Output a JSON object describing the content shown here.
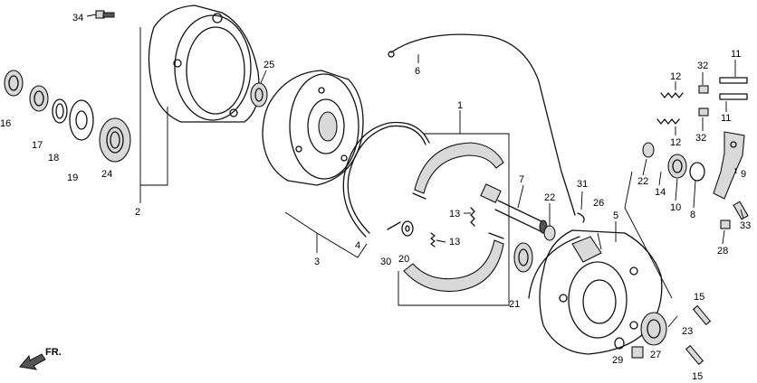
{
  "labels": {
    "p1": "1",
    "p2": "2",
    "p3": "3",
    "p4": "4",
    "p5": "5",
    "p6": "6",
    "p7": "7",
    "p8": "8",
    "p9": "9",
    "p10": "10",
    "p11a": "11",
    "p11b": "11",
    "p12a": "12",
    "p12b": "12",
    "p13a": "13",
    "p13b": "13",
    "p14": "14",
    "p15a": "15",
    "p15b": "15",
    "p16": "16",
    "p17": "17",
    "p18": "18",
    "p19": "19",
    "p20": "20",
    "p21": "21",
    "p22a": "22",
    "p22b": "22",
    "p23": "23",
    "p24": "24",
    "p25": "25",
    "p26": "26",
    "p27": "27",
    "p28": "28",
    "p29": "29",
    "p30": "30",
    "p31": "31",
    "p32a": "32",
    "p32b": "32",
    "p33": "33",
    "p34": "34"
  },
  "direction": {
    "label": "FR."
  }
}
